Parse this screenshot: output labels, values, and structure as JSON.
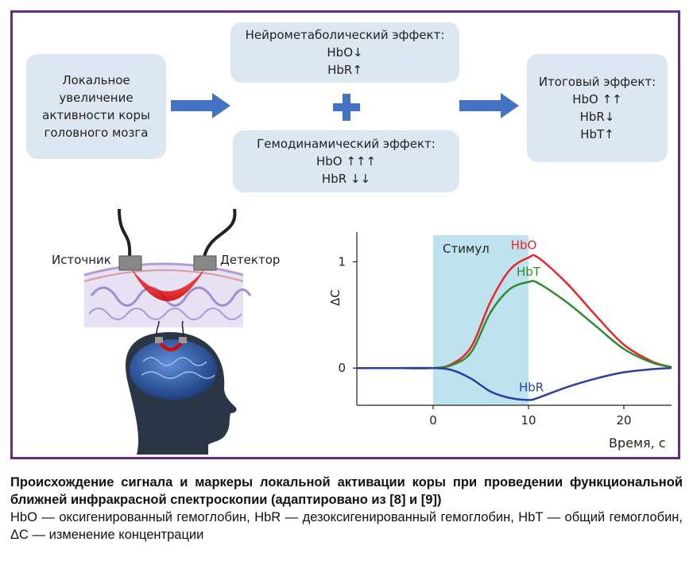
{
  "diagram": {
    "box_left": [
      "Локальное",
      "увеличение",
      "активности коры",
      "головного мозга"
    ],
    "box_top": {
      "title": "Нейрометаболический эффект:",
      "l1": "HbO↓",
      "l2": "HbR↑"
    },
    "box_bottom": {
      "title": "Гемодинамический эффект:",
      "l1": "HbO ↑↑↑",
      "l2": "HbR ↓↓"
    },
    "box_right": {
      "title": "Итоговый эффект:",
      "l1": "HbO ↑↑",
      "l2": "HbR↓",
      "l3": "HbT↑"
    },
    "source_label": "Источник",
    "detector_label": "Детектор",
    "colors": {
      "box_fill": "#dde7f2",
      "arrow": "#4472c4",
      "frame": "#6a2a82"
    }
  },
  "chart_data": {
    "type": "line",
    "x_ticks": [
      "0",
      "10",
      "20"
    ],
    "y_ticks": [
      "0",
      "1"
    ],
    "xlabel": "Время, с",
    "ylabel": "ΔC",
    "xlim": [
      -8,
      25
    ],
    "ylim": [
      -0.35,
      1.25
    ],
    "stimulus": {
      "label": "Стимул",
      "from": 0,
      "to": 10,
      "color": "#bfe3ee"
    },
    "series": [
      {
        "name": "HbO",
        "color": "#e8262b",
        "x": [
          -8,
          -4,
          0,
          2,
          4,
          6,
          8,
          10,
          11,
          14,
          17,
          20,
          23,
          25
        ],
        "y": [
          0,
          0,
          0,
          0.04,
          0.2,
          0.62,
          0.92,
          1.04,
          1.04,
          0.8,
          0.5,
          0.22,
          0.06,
          0.01
        ]
      },
      {
        "name": "HbT",
        "color": "#2e8b2e",
        "x": [
          -8,
          -4,
          0,
          2,
          4,
          6,
          8,
          10,
          11,
          14,
          17,
          20,
          23,
          25
        ],
        "y": [
          0,
          0,
          0,
          0.03,
          0.15,
          0.52,
          0.74,
          0.81,
          0.8,
          0.62,
          0.4,
          0.18,
          0.05,
          0.01
        ]
      },
      {
        "name": "HbR",
        "color": "#2b3fa0",
        "x": [
          -8,
          -4,
          0,
          2,
          4,
          6,
          8,
          10,
          11,
          14,
          17,
          20,
          23,
          25
        ],
        "y": [
          0,
          0,
          0,
          -0.02,
          -0.1,
          -0.22,
          -0.28,
          -0.3,
          -0.28,
          -0.18,
          -0.1,
          -0.04,
          -0.01,
          0
        ]
      }
    ]
  },
  "caption": {
    "bold": "Происхождение сигнала и маркеры локальной активации коры при проведении функциональной ближней инфракрасной спектроскопии (адаптировано из [8] и [9])",
    "normal": "HbO — оксигенированный гемоглобин, HbR — дезоксигенированный гемоглобин, HbT — общий гемоглобин, ΔC — изменение концентрации"
  }
}
